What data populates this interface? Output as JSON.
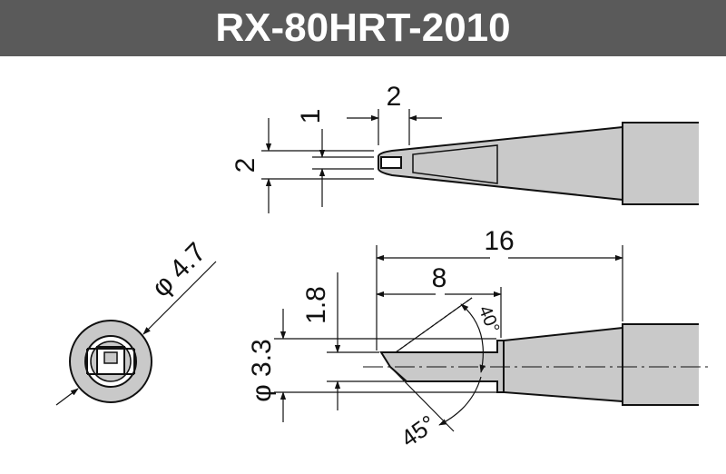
{
  "header": {
    "title": "RX-80HRT-2010"
  },
  "colors": {
    "header_bg": "#5a5a5a",
    "tip_fill": "#c9c9c9",
    "line": "#111111"
  },
  "top_view": {
    "dim_tip_gap": "1",
    "dim_tip_height": "2",
    "dim_tip_length": "2"
  },
  "side_view": {
    "dim_total_length": "16",
    "dim_taper_length": "8",
    "dim_tip_thickness": "1.8",
    "dim_diameter": "φ 3.3",
    "angle_upper": "40°",
    "angle_lower": "45°"
  },
  "end_view": {
    "dim_diameter": "φ 4.7"
  }
}
